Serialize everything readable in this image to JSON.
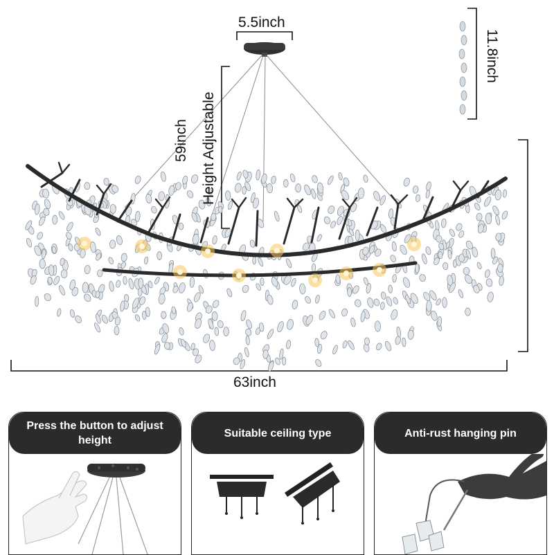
{
  "dimensions": {
    "canopy_width": "5.5inch",
    "crystal_length": "11.8inch",
    "cable_length": "59inch",
    "height_note": "Height Adjustable",
    "total_width": "63inch"
  },
  "panels": [
    {
      "title": "Press the button to adjust height"
    },
    {
      "title": "Suitable ceiling type"
    },
    {
      "title": "Anti-rust hanging pin"
    }
  ],
  "colors": {
    "frame": "#2a2a2a",
    "panel_header": "#2b2b2b",
    "crystal": "#cfd6dc",
    "bulb_glow": "#f6c75a"
  }
}
